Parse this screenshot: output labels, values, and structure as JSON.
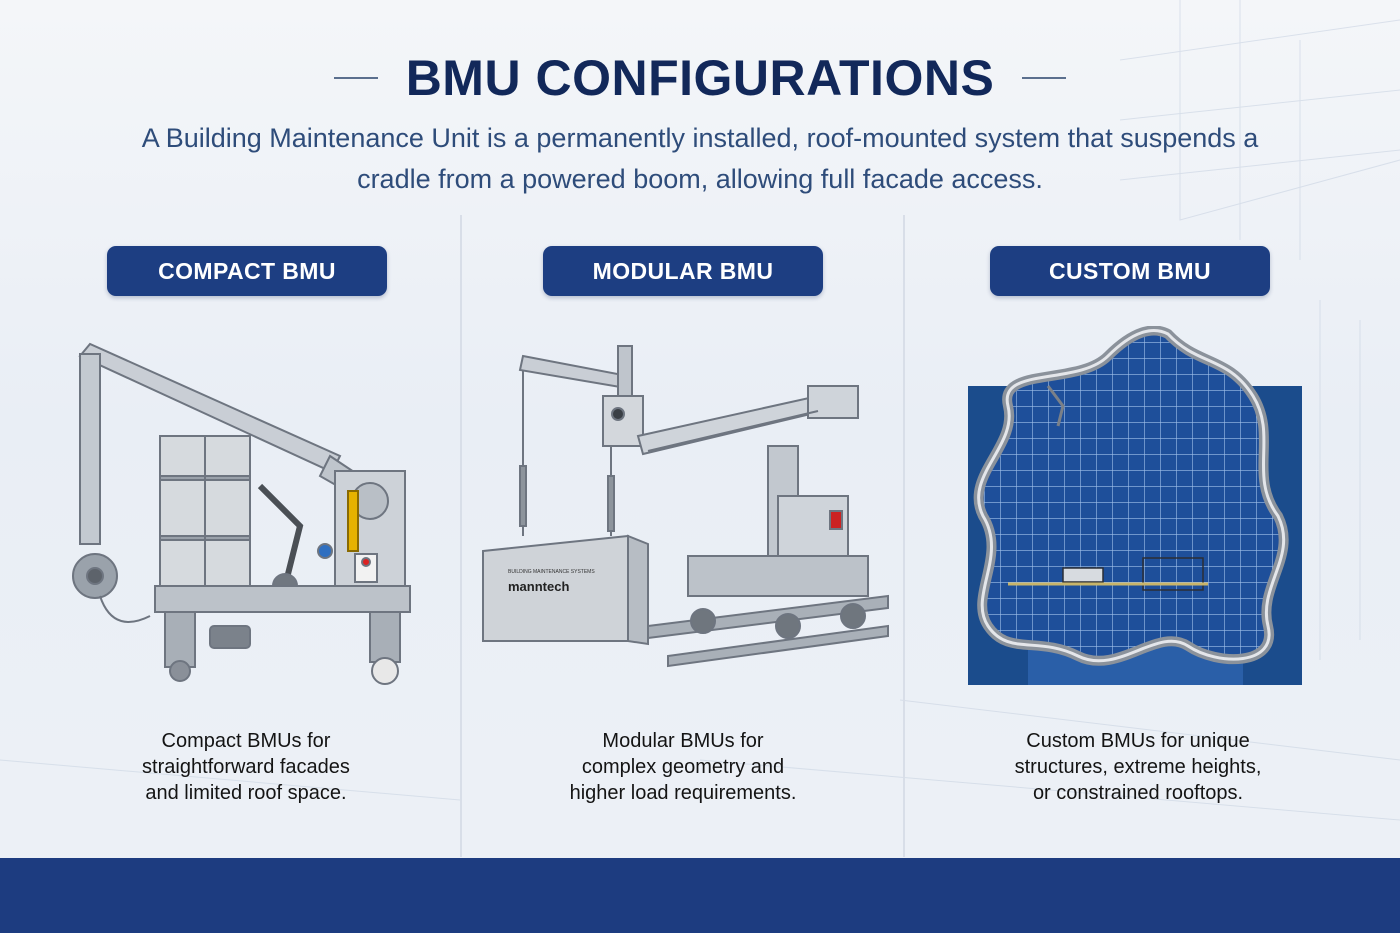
{
  "header": {
    "title": "BMU CONFIGURATIONS",
    "subtitle": "A Building Maintenance Unit is a permanently installed, roof-mounted system that suspends a cradle from a powered boom, allowing full facade access."
  },
  "columns": [
    {
      "label": "COMPACT BMU",
      "description": "Compact BMUs for\nstraightforward facades\nand limited roof space.",
      "illustration": "compact-bmu-machine-icon"
    },
    {
      "label": "MODULAR BMU",
      "description": "Modular BMUs for\ncomplex geometry and\nhigher load requirements.",
      "illustration": "modular-bmu-machine-icon",
      "cradle_brand": "manntech",
      "cradle_tagline": "BUILDING MAINTENANCE SYSTEMS"
    },
    {
      "label": "CUSTOM BMU",
      "description": "Custom BMUs for unique\nstructures, extreme heights,\nor constrained rooftops.",
      "illustration": "custom-bmu-building-icon"
    }
  ],
  "colors": {
    "accent": "#1d3e82",
    "title": "#12285a",
    "subtitle": "#2e4c7a",
    "footer": "#1d3c80"
  }
}
